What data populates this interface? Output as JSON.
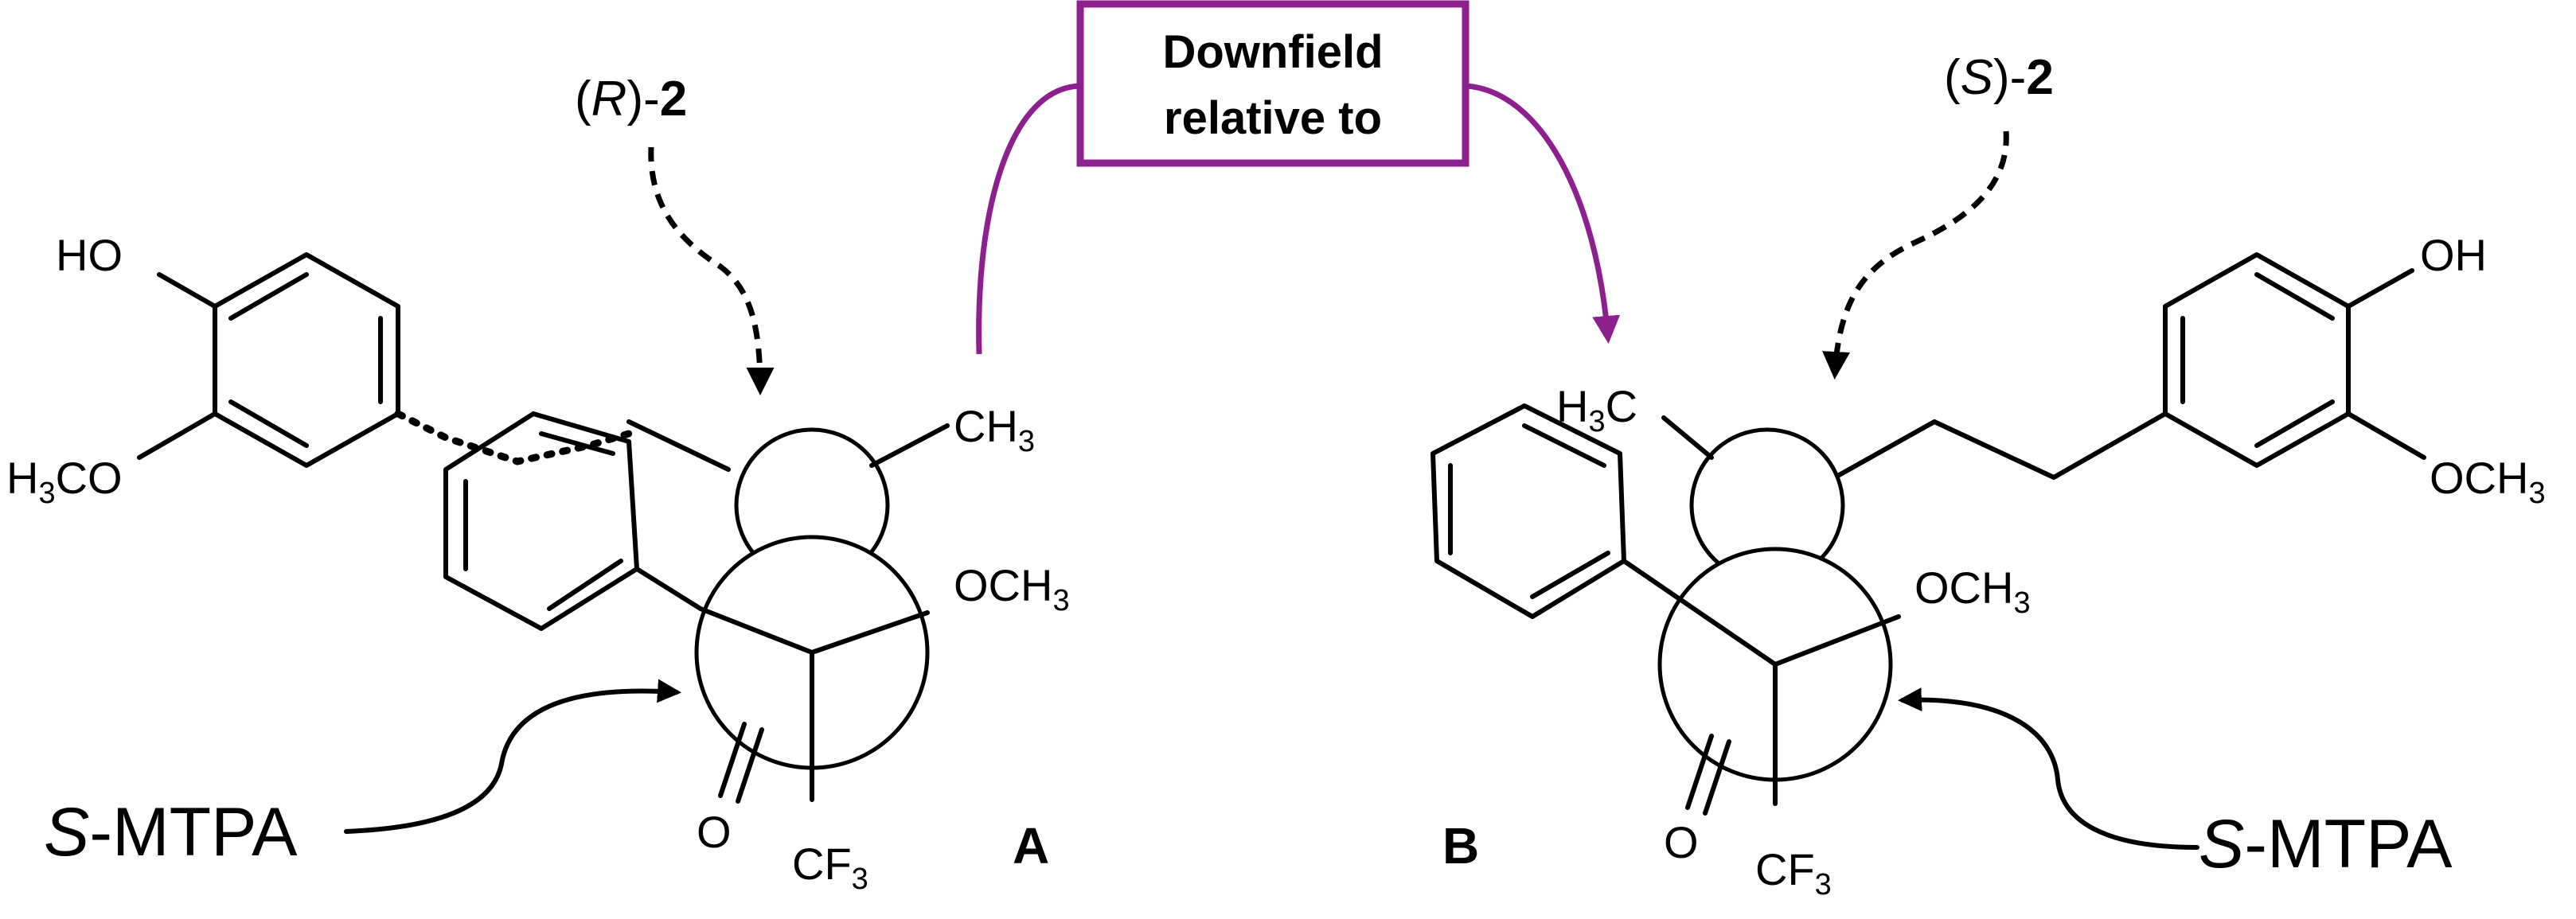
{
  "box": {
    "line1": "Downfield",
    "line2": "relative to",
    "color": "#8e1f8e"
  },
  "labels": {
    "r2_paren_open": "(",
    "r2_letter": "R",
    "r2_rest": ")-",
    "r2_num": "2",
    "s2_paren_open": "(",
    "s2_letter": "S",
    "s2_rest": ")-",
    "s2_num": "2",
    "a": "A",
    "b": "B"
  },
  "reagent": {
    "prefix": "S",
    "rest": "-MTPA"
  },
  "atoms": {
    "ho": "HO",
    "oh": "OH",
    "h3co_h": "H",
    "h3co_3": "3",
    "h3co_co": "CO",
    "och3_o": "OCH",
    "och3_3": "3",
    "ch3_ch": "CH",
    "ch3_3": "3",
    "h3c_h": "H",
    "h3c_3": "3",
    "h3c_c": "C",
    "cf3_cf": "CF",
    "cf3_3": "3",
    "o": "O"
  }
}
